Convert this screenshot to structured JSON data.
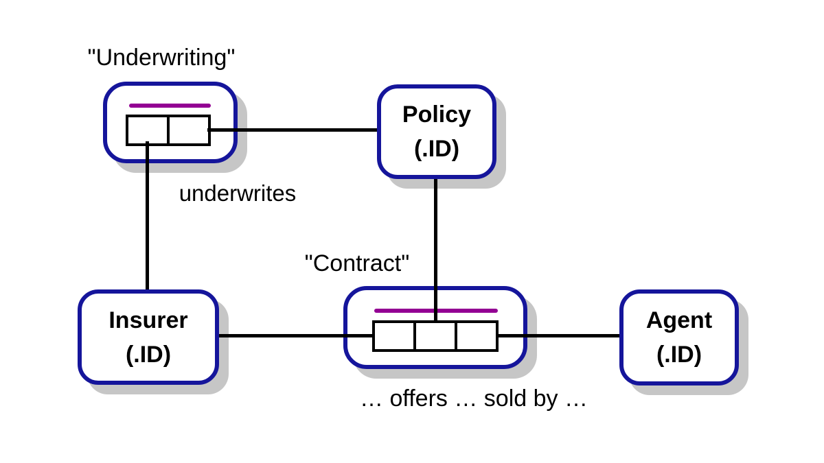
{
  "diagram": {
    "type": "ORM schema diagram",
    "colors": {
      "frame_blue": "#15159b",
      "uniqueness_purple": "#930093",
      "shadow_gray": "#c6c6c6",
      "line_black": "#000000",
      "background": "#ffffff"
    },
    "entities": {
      "policy": {
        "name": "Policy",
        "ref_mode": "(.ID)"
      },
      "insurer": {
        "name": "Insurer",
        "ref_mode": "(.ID)"
      },
      "agent": {
        "name": "Agent",
        "ref_mode": "(.ID)"
      }
    },
    "fact_types": {
      "underwriting": {
        "label": "\"Underwriting\"",
        "reading": "underwrites",
        "role_count": 2,
        "connects": [
          "insurer",
          "policy"
        ]
      },
      "contract": {
        "label": "\"Contract\"",
        "reading": "… offers … sold by …",
        "role_count": 3,
        "connects": [
          "insurer",
          "policy",
          "agent"
        ]
      }
    }
  }
}
